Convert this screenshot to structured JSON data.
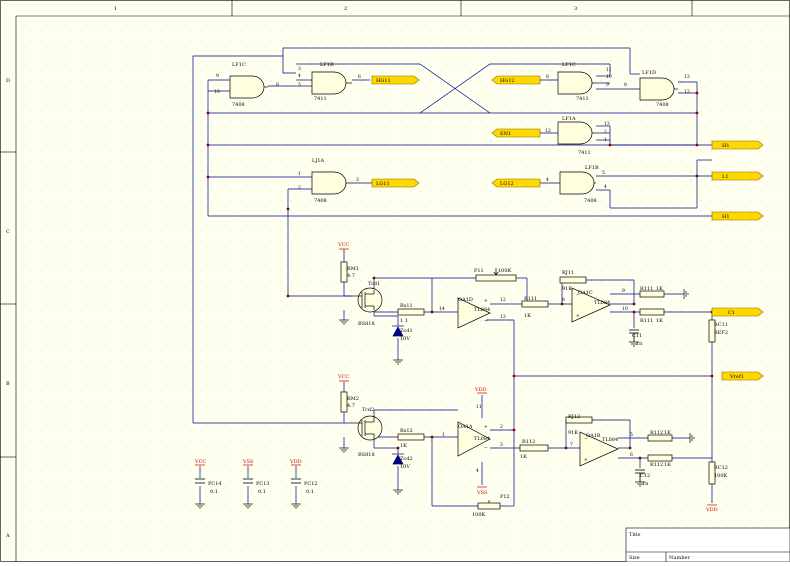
{
  "frame": {
    "columns": [
      "1",
      "2",
      "3"
    ],
    "rows": [
      "D",
      "C",
      "B",
      "A"
    ]
  },
  "gates": [
    {
      "ref": "LF1C",
      "type": "7408"
    },
    {
      "ref": "LF1B",
      "type": "7411"
    },
    {
      "ref": "LF1C",
      "type": "7411"
    },
    {
      "ref": "LF1D",
      "type": "7408"
    },
    {
      "ref": "LF1A",
      "type": "7411"
    },
    {
      "ref": "LJ1A",
      "type": "7408"
    },
    {
      "ref": "LF1B",
      "type": "7408"
    }
  ],
  "ports": {
    "hg11_left": "HG11",
    "hg12_right": "HG12",
    "en1": "EN1",
    "lg11": "LG11",
    "lg12": "LG12",
    "h1": "H1",
    "l1": "L1",
    "h1b": "H1",
    "c1": "C1",
    "vref1": "Vref1"
  },
  "power": {
    "vcc": "VCC",
    "vss": "VSS",
    "vdd": "VDD"
  },
  "components": {
    "rm1": {
      "ref": "RM1",
      "value": "4.7"
    },
    "rm2": {
      "ref": "RM2",
      "value": "4.7"
    },
    "q1": {
      "ref": "Tcd1",
      "part": "BS818"
    },
    "q2": {
      "ref": "Tcd2",
      "part": "BS818"
    },
    "rs1": {
      "ref": "Rs11",
      "value": "1 1"
    },
    "rs2": {
      "ref": "Rs12",
      "value": "1K"
    },
    "z1": {
      "ref": "Zcd1",
      "value": "10V"
    },
    "z2": {
      "ref": "Zcd2",
      "value": "10V"
    },
    "p11": {
      "ref": "P11",
      "value": "100K"
    },
    "p12": {
      "ref": "P12",
      "value": "100K"
    },
    "oa1d": {
      "ref": "OA1D",
      "part": "TL084"
    },
    "oa1a": {
      "ref": "OA1A",
      "part": "TL084"
    },
    "oa1c": {
      "ref": "OA1C",
      "part": "TL084"
    },
    "oa1b": {
      "ref": "OA1B",
      "part": "TL084"
    },
    "r111": {
      "ref": "R111",
      "value": "1K"
    },
    "r112": {
      "ref": "R112",
      "value": "1K"
    },
    "rj11": {
      "ref": "RJ11",
      "value": "91K"
    },
    "rj12": {
      "ref": "RJ12",
      "value": "91K"
    },
    "ri11": {
      "ref": "R111",
      "value": "1K"
    },
    "ri11b": {
      "ref": "R111",
      "value": "1K"
    },
    "ri12": {
      "ref": "R112",
      "value": "1K"
    },
    "ri12b": {
      "ref": "R112",
      "value": "1K"
    },
    "c11": {
      "ref": "C11",
      "value": "1n"
    },
    "c12": {
      "ref": "C12",
      "value": "1n"
    },
    "rc11": {
      "ref": "RC11",
      "value": "REF2"
    },
    "rc12": {
      "ref": "RC12",
      "value": "100K"
    },
    "pc14": {
      "ref": "PC14",
      "value": "0.1"
    },
    "pc13": {
      "ref": "PC13",
      "value": "0.1"
    },
    "pc12": {
      "ref": "PC12",
      "value": "0.1"
    }
  },
  "pins": {
    "g1": [
      "9",
      "10",
      "8"
    ],
    "g2": [
      "3",
      "4",
      "5",
      "6"
    ],
    "g3": [
      "11",
      "10",
      "9",
      "8"
    ],
    "g4": [
      "13",
      "12",
      "11"
    ],
    "g5": [
      "12",
      "13",
      "2",
      "1"
    ],
    "g6": [
      "1",
      "2",
      "3"
    ],
    "g7": [
      "4",
      "5",
      "6"
    ],
    "oa": [
      "14",
      "12",
      "13",
      "8",
      "9",
      "10",
      "1",
      "2",
      "3",
      "7",
      "5",
      "6",
      "11",
      "4"
    ]
  },
  "title_block": {
    "title": "Title",
    "size": "Size",
    "number": "Number"
  }
}
